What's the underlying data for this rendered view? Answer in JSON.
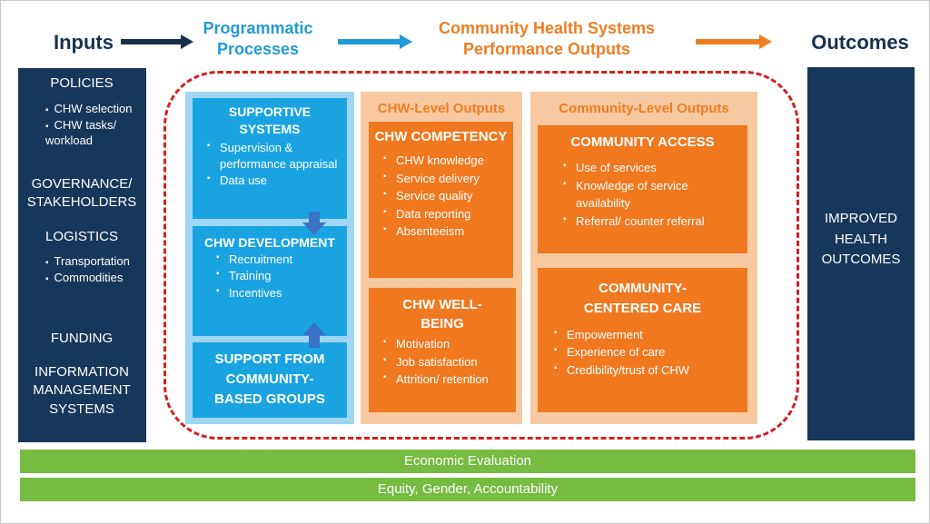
{
  "headers": {
    "inputs": "Inputs",
    "programmatic_processes": "Programmatic\nProcesses",
    "chs_outputs": "Community Health Systems\nPerformance Outputs",
    "outcomes": "Outcomes"
  },
  "inputs_column": {
    "policies": "POLICIES",
    "policies_items": [
      "CHW selection",
      "CHW tasks/ workload"
    ],
    "governance": "GOVERNANCE/ STAKEHOLDERS",
    "logistics": "LOGISTICS",
    "logistics_items": [
      "Transportation",
      "Commodities"
    ],
    "funding": "FUNDING",
    "information": "INFORMATION MANAGEMENT SYSTEMS"
  },
  "processes": {
    "supportive_systems": {
      "title": "SUPPORTIVE SYSTEMS",
      "items": [
        "Supervision & performance appraisal",
        "Data use"
      ]
    },
    "chw_development": {
      "title": "CHW DEVELOPMENT",
      "items": [
        "Recruitment",
        "Training",
        "Incentives"
      ]
    },
    "support_from_community": {
      "title": "SUPPORT FROM COMMUNITY-BASED GROUPS"
    }
  },
  "chw_level": {
    "title": "CHW-Level Outputs",
    "competency": {
      "title": "CHW COMPETENCY",
      "items": [
        "CHW knowledge",
        "Service delivery",
        "Service quality",
        "Data reporting",
        "Absenteeism"
      ]
    },
    "wellbeing": {
      "title": "CHW WELL-BEING",
      "items": [
        "Motivation",
        "Job satisfaction",
        "Attrition/ retention"
      ]
    }
  },
  "community_level": {
    "title": "Community-Level Outputs",
    "access": {
      "title": "COMMUNITY ACCESS",
      "items": [
        "Use of services",
        "Knowledge of service availability",
        "Referral/ counter referral"
      ]
    },
    "centered_care": {
      "title": "COMMUNITY-CENTERED CARE",
      "items": [
        "Empowerment",
        "Experience of care",
        "Credibility/trust of CHW"
      ]
    }
  },
  "outcomes_column": {
    "text": "IMPROVED HEALTH OUTCOMES"
  },
  "bars": {
    "economic": "Economic Evaluation",
    "equity": "Equity, Gender, Accountability"
  },
  "colors": {
    "navy": "#17375a",
    "blue": "#1aa3e1",
    "light_blue": "#9fd7f3",
    "orange": "#f0781f",
    "peach": "#f8c9a0",
    "green": "#77bb41",
    "red_dash": "#d32020"
  }
}
